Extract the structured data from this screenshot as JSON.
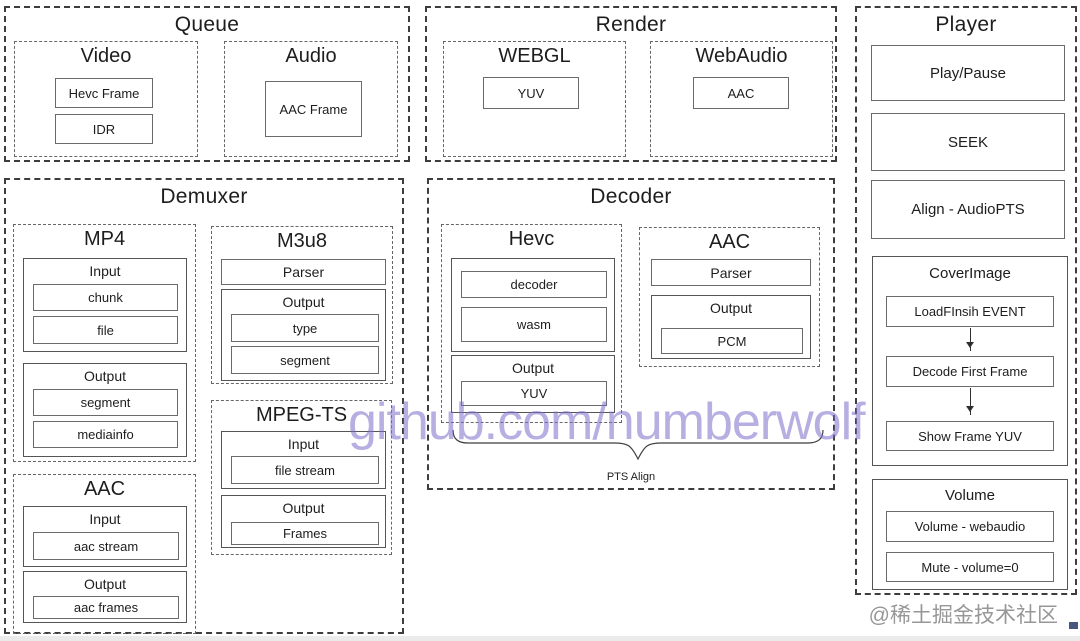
{
  "queue": {
    "title": "Queue",
    "video": {
      "title": "Video",
      "items": [
        "Hevc Frame",
        "IDR"
      ]
    },
    "audio": {
      "title": "Audio",
      "items": [
        "AAC Frame"
      ]
    }
  },
  "render": {
    "title": "Render",
    "webgl": {
      "title": "WEBGL",
      "items": [
        "YUV"
      ]
    },
    "webaudio": {
      "title": "WebAudio",
      "items": [
        "AAC"
      ]
    }
  },
  "player": {
    "title": "Player",
    "buttons": [
      "Play/Pause",
      "SEEK",
      "Align - AudioPTS"
    ],
    "cover_image": {
      "title": "CoverImage",
      "steps": [
        "LoadFInsih EVENT",
        "Decode First Frame",
        "Show Frame YUV"
      ]
    },
    "volume": {
      "title": "Volume",
      "items": [
        "Volume - webaudio",
        "Mute - volume=0"
      ]
    }
  },
  "demuxer": {
    "title": "Demuxer",
    "mp4": {
      "title": "MP4",
      "input_label": "Input",
      "input_items": [
        "chunk",
        "file"
      ],
      "output_label": "Output",
      "output_items": [
        "segment",
        "mediainfo"
      ]
    },
    "m3u8": {
      "title": "M3u8",
      "parser_label": "Parser",
      "output_label": "Output",
      "output_items": [
        "type",
        "segment"
      ]
    },
    "aac": {
      "title": "AAC",
      "input_label": "Input",
      "input_items": [
        "aac stream"
      ],
      "output_label": "Output",
      "output_items": [
        "aac frames"
      ]
    },
    "mpegts": {
      "title": "MPEG-TS",
      "input_label": "Input",
      "input_items": [
        "file stream"
      ],
      "output_label": "Output",
      "output_items": [
        "Frames"
      ]
    }
  },
  "decoder": {
    "title": "Decoder",
    "hevc": {
      "title": "Hevc",
      "core_items": [
        "decoder",
        "wasm"
      ],
      "output_label": "Output",
      "output_items": [
        "YUV"
      ]
    },
    "aac": {
      "title": "AAC",
      "parser_label": "Parser",
      "output_label": "Output",
      "output_items": [
        "PCM"
      ]
    },
    "pts_align_label": "PTS Align"
  },
  "watermarks": {
    "center": "github.com/numberwolf",
    "corner": "@稀土掘金技术社区"
  },
  "colors": {
    "watermark_purple": "#7b6bc9",
    "watermark_gray": "#8c8c8c",
    "border_dark": "#3d3d3d",
    "background": "#ffffff"
  }
}
